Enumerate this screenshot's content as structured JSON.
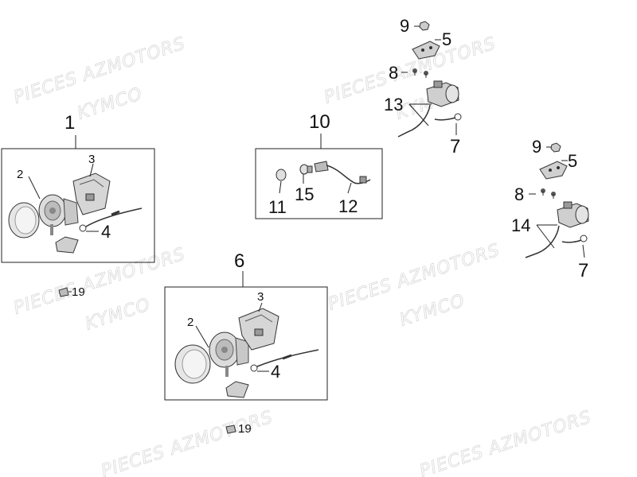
{
  "watermark": {
    "line1": "PIECES AZMOTORS",
    "line2": "KYMCO"
  },
  "callouts": {
    "c1": "1",
    "c2a": "2",
    "c3a": "3",
    "c4a": "4",
    "c6": "6",
    "c2b": "2",
    "c3b": "3",
    "c4b": "4",
    "c19a": "19",
    "c19b": "19",
    "c10": "10",
    "c11": "11",
    "c15": "15",
    "c12": "12",
    "c9a": "9",
    "c5a": "5",
    "c8a": "8",
    "c13": "13",
    "c7a": "7",
    "c9b": "9",
    "c5b": "5",
    "c8b": "8",
    "c14": "14",
    "c7b": "7"
  }
}
